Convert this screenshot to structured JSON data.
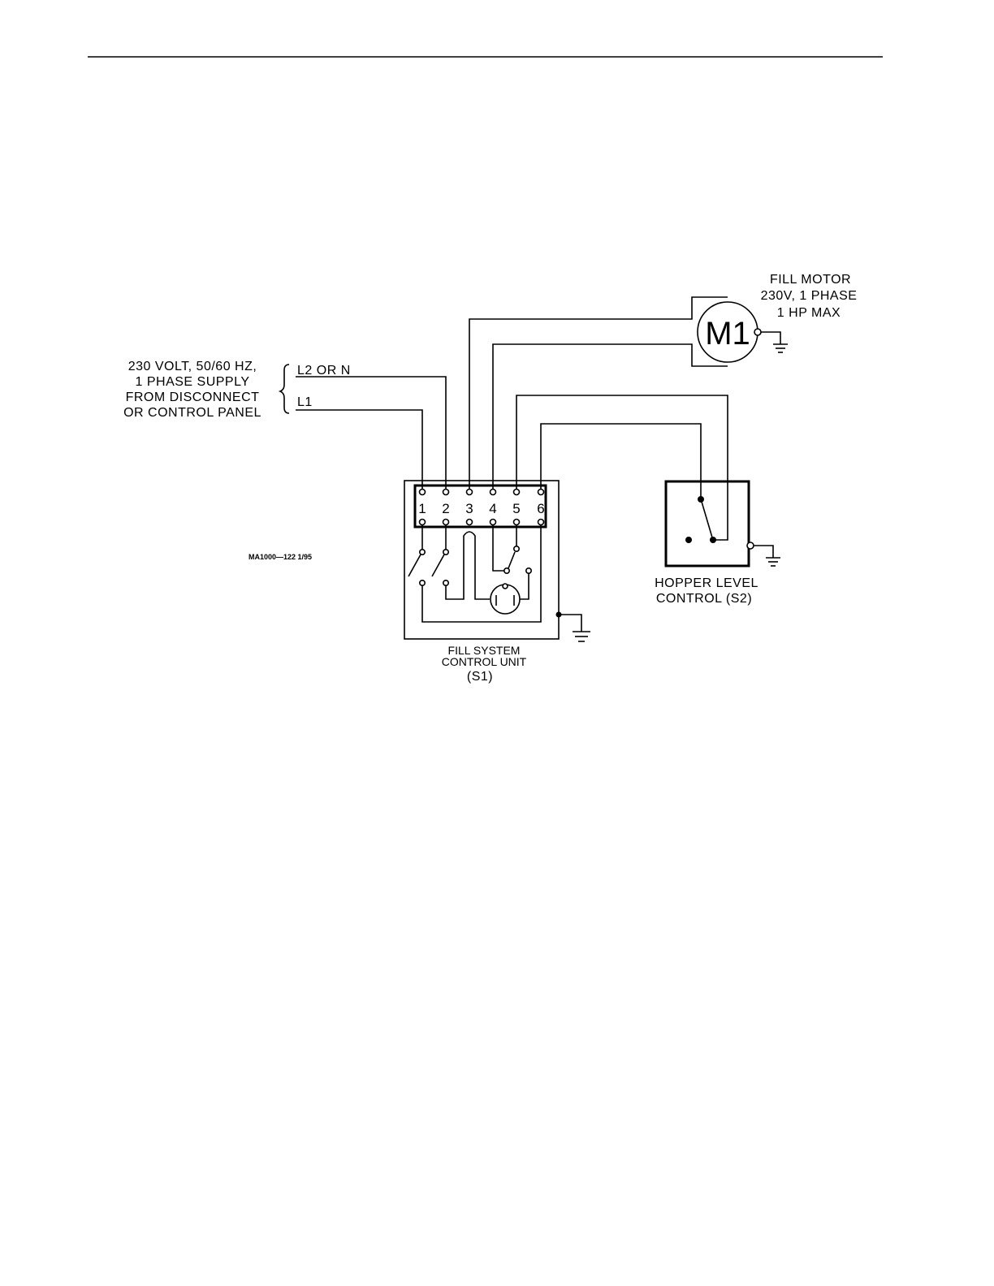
{
  "supply": {
    "line1": "230 VOLT, 50/60 HZ,",
    "line2": "1 PHASE SUPPLY",
    "line3": "FROM DISCONNECT",
    "line4": "OR CONTROL PANEL",
    "l2_label": "L2 OR N",
    "l1_label": "L1"
  },
  "motor": {
    "symbol": "M1",
    "line1": "FILL MOTOR",
    "line2": "230V, 1 PHASE",
    "line3": "1 HP MAX"
  },
  "control_unit": {
    "terminals": [
      "1",
      "2",
      "3",
      "4",
      "5",
      "6"
    ],
    "line1": "FILL SYSTEM",
    "line2": "CONTROL UNIT",
    "line3": "(S1)"
  },
  "hopper": {
    "line1": "HOPPER LEVEL",
    "line2": "CONTROL (S2)"
  },
  "drawing_number": "MA1000—122 1/95"
}
